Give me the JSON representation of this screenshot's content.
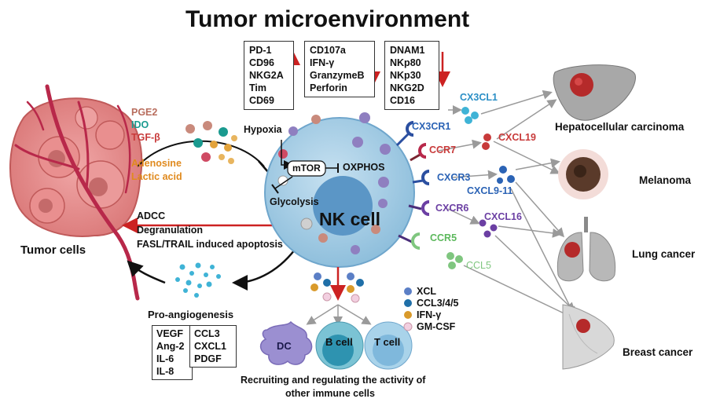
{
  "title": "Tumor microenvironment",
  "colors": {
    "arrow_red": "#cc2222",
    "nk_cell_fill": "#a9cfe6",
    "nk_cell_nucleus": "#5b96c6",
    "tumor_pink": "#e48a8a",
    "vessel": "#b8284a",
    "blue_label": "#2b63b5",
    "red_label": "#c83a3a",
    "purple_label": "#6b3fa3",
    "green_label": "#5cb85c",
    "orange_text": "#e08a1e",
    "teal_text": "#1a9a8f",
    "brown_text": "#b86d5d"
  },
  "marker_boxes": {
    "box1": {
      "items": [
        "PD-1",
        "CD96",
        "NKG2A",
        "Tim",
        "CD69"
      ],
      "arrow": "up"
    },
    "box2": {
      "items": [
        "CD107a",
        "IFN-γ",
        "GranzymeB",
        "Perforin"
      ],
      "arrow": "down"
    },
    "box3": {
      "items": [
        "DNAM1",
        "NKp80",
        "NKp30",
        "NKG2D",
        "CD16"
      ],
      "arrow": "down"
    }
  },
  "suppressors": {
    "pge2": "PGE2",
    "ido": "IDO",
    "tgfb": "TGF-β",
    "adenosine": "Adenosine",
    "lactic": "Lactic acid"
  },
  "nk_cell": {
    "label": "NK cell",
    "hypoxia": "Hypoxia",
    "mtor": "mTOR",
    "oxphos": "OXPHOS",
    "glycolysis": "Glycolysis"
  },
  "tumor": {
    "label": "Tumor cells",
    "effects": [
      "ADCC",
      "Degranulation",
      "FASL/TRAIL induced apoptosis"
    ]
  },
  "angiogenesis": {
    "title": "Pro-angiogenesis",
    "col1": [
      "VEGF",
      "Ang-2",
      "IL-6",
      "IL-8"
    ],
    "col2": [
      "CCL3",
      "CXCL1",
      "PDGF"
    ]
  },
  "receptors": {
    "cx3cr1": "CX3CR1",
    "ccr7": "CCR7",
    "cxcr3": "CXCR3",
    "cxcr6": "CXCR6",
    "ccr5": "CCR5"
  },
  "ligands": {
    "cx3cl1": "CX3CL1",
    "cxcl19": "CXCL19",
    "cxcl9_11": "CXCL9-11",
    "cxcl16": "CXCL16",
    "ccl5": "CCL5"
  },
  "cancers": {
    "hcc": "Hepatocellular carcinoma",
    "melanoma": "Melanoma",
    "lung": "Lung cancer",
    "breast": "Breast cancer"
  },
  "secreted_legend": [
    {
      "label": "XCL",
      "color": "#5b7fc6"
    },
    {
      "label": "CCL3/4/5",
      "color": "#1f6fa8"
    },
    {
      "label": "IFN-γ",
      "color": "#d99a2b"
    },
    {
      "label": "GM-CSF",
      "color": "#f2cfe0"
    }
  ],
  "immune_cells": {
    "dc": "DC",
    "bcell": "B cell",
    "tcell": "T cell",
    "caption_line1": "Recruiting and regulating the activity of",
    "caption_line2": "other  immune cells"
  }
}
